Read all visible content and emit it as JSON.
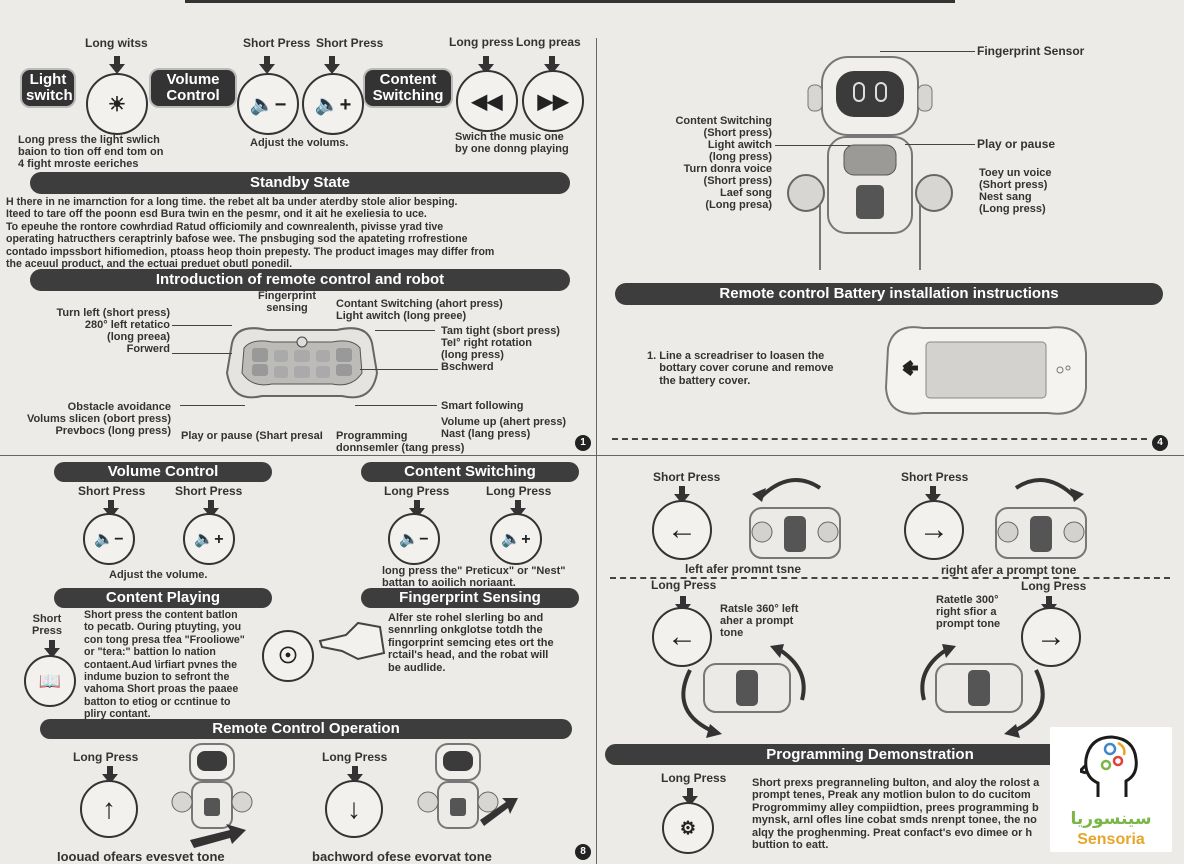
{
  "q1": {
    "labels": {
      "long_witss": "Long witss",
      "short_press_1": "Short Press",
      "short_press_2": "Short Press",
      "long_press_1": "Long press",
      "long_press_2": "Long preas"
    },
    "pills": {
      "light": "Light\nswitch",
      "volume": "Volume\nControl",
      "content": "Content\nSwitching"
    },
    "captions": {
      "light": "Long press the light swlich\nbaion to tion off end tom on\n4 fight mroste eeriches",
      "volume": "Adjust the volums.",
      "music": "Swich the music one\nby one donng playing"
    },
    "standby_title": "Standby State",
    "standby_text": "H there in ne imarnction for a long time. the rebet alt ba under aterdby stole alior besping.\nIteed to tare off the poonn esd Bura twin en the pesmr, ond it ait he exeliesia to uce.\nTo epeuhe the rontore cowhrdiad Ratud officiomily and cownrealenth, pivisse yrad tive\noperating hatructhers ceraptrinly bafose wee. The pnsbuging sod the apateting rrofrestione\ncontado impssbort hifiomedion, ptoass heop thoin prepesty. The product images may differ from\nthe aceuul product, and the ectuai preduet obutl ponedil.",
    "intro_title": "Introduction of remote control and robot",
    "remote_labels": {
      "turn_left": "Turn left (short press)\n280° left retatico\n(long preea)\nForwerd",
      "fingerprint": "Fingerprint\nsensing",
      "content_sw": "Contant Switching (ahort press)\nLight awitch (long preee)",
      "turn_right": "Tam tight (sbort press)\nTeI° right rotation\n(long press)\nBschwerd",
      "obstacle": "Obstacle avoidance\nVolums slicen (obort press)\nPrevbocs (long press)",
      "play": "Play or pause (Shart presaI",
      "programming": "Programming\ndonnsemler (tang press)",
      "smart": "Smart following",
      "vol_up": "Volume up (ahert press)\nNast (lang press)"
    },
    "page_num": "1"
  },
  "q2": {
    "robot_labels": {
      "fingerprint": "Fingerprint Sensor",
      "content": "Content Switching\n(Short press)\nLight awitch\n(long press)\nTurn donra voice\n(Short press)\nLaef song\n(Long presa)",
      "play": "Play or pause",
      "right": "Toey un voice\n(Short press)\nNest sang\n(Long press)"
    },
    "battery_title": "Remote control Battery installation instructions",
    "battery_text": "1. Line a screadriser to loasen the\n    bottary cover corune and remove\n    the battery cover.",
    "page_num": "4"
  },
  "q3": {
    "volume_title": "Volume Control",
    "content_title": "Content Switching",
    "short_press_1": "Short Press",
    "short_press_2": "Short Press",
    "long_press_1": "Long Press",
    "long_press_2": "Long Press",
    "adjust": "Adjust the volume.",
    "content_caption": "long press the\" Preticux\" or \"Nest\"\nbattan to aoilich noriaant.",
    "playing_title": "Content Playing",
    "short_press_3": "Short\nPress",
    "playing_text": "Short press the content batlon\nto pecatb. Ouring ptuyting, you\ncon tong presa tfea \"Frooliowe\"\nor \"tera:\" battion lo nation\ncontaent.Aud \\irfiart pvnes the\nindume buzion to sefront the\nvahoma Short proas the paaee\nbatton to etiog or ccntinue to\npliry contant.",
    "fingerprint_title": "Fingerprint Sensing",
    "fingerprint_text": "Alfer ste rohel slerling bo and\nsennrling onkglotse totdh the\nfingorprint semcing etes ort the\nrctail's head, and the robat will\nbe audlide.",
    "remote_title": "Remote Control Operation",
    "long_press_3": "Long Press",
    "long_press_4": "Long Press",
    "forward_caption": "Ioouad ofears evesvet tone",
    "backward_caption": "bachword ofese evorvat tone",
    "page_num": "8"
  },
  "q4": {
    "short_press_1": "Short Press",
    "short_press_2": "Short Press",
    "left_caption": "left afer promnt tsne",
    "right_caption": "right afer a prompt tone",
    "long_press_1": "Long Press",
    "long_press_2": "Long Press",
    "rotate_left": "Ratsle 360° left\naher a prompt\ntone",
    "rotate_right": "Ratetle 300°\nright sfior a\nprompt tone",
    "prog_title": "Programming Demonstration",
    "long_press_3": "Long Press",
    "prog_text": "Short prexs pregranneling bulton, and aloy the rolost a\nprompt tenes, Preak any motlion bulon to do cucitom\nProgrommimy alley compiidtion, prees programming b\nmynsk, arnl ofles line cobat smds nrenpt tonee, the no\nalqy the proghenming. Preat confact's evo dimee or h\nbuttion to eatt."
  },
  "logo": {
    "arabic": "سينسوريا",
    "latin": "Sensoria",
    "colors": {
      "green": "#7ab648",
      "red": "#e0413a",
      "blue": "#3f87c6",
      "gold": "#e8a52b"
    }
  }
}
